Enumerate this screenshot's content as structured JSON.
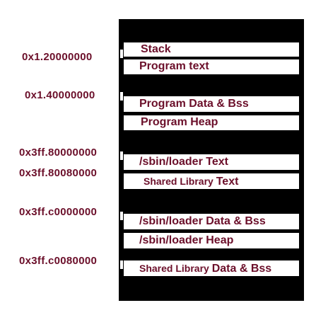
{
  "addresses": {
    "a1": "0x1.20000000",
    "a2": "0x1.40000000",
    "a3": "0x3ff.80000000",
    "a4": "0x3ff.80080000",
    "a5": "0x3ff.c0000000",
    "a6": "0x3ff.c0080000"
  },
  "segments": {
    "stack": "Stack",
    "program_text": "Program text",
    "program_data_bss": "Program Data & Bss",
    "program_heap": "Program Heap",
    "loader_text": "/sbin/loader Text",
    "shared_lib_text_a": "Shared Library ",
    "shared_lib_text_b": "Text",
    "loader_data_bss": "/sbin/loader Data & Bss",
    "loader_heap": "/sbin/loader Heap",
    "shared_lib_data_a": "Shared Library ",
    "shared_lib_data_b": "Data & Bss"
  },
  "colors": {
    "label": "#6b0f2a",
    "column": "#000000",
    "segment": "#ffffff"
  }
}
